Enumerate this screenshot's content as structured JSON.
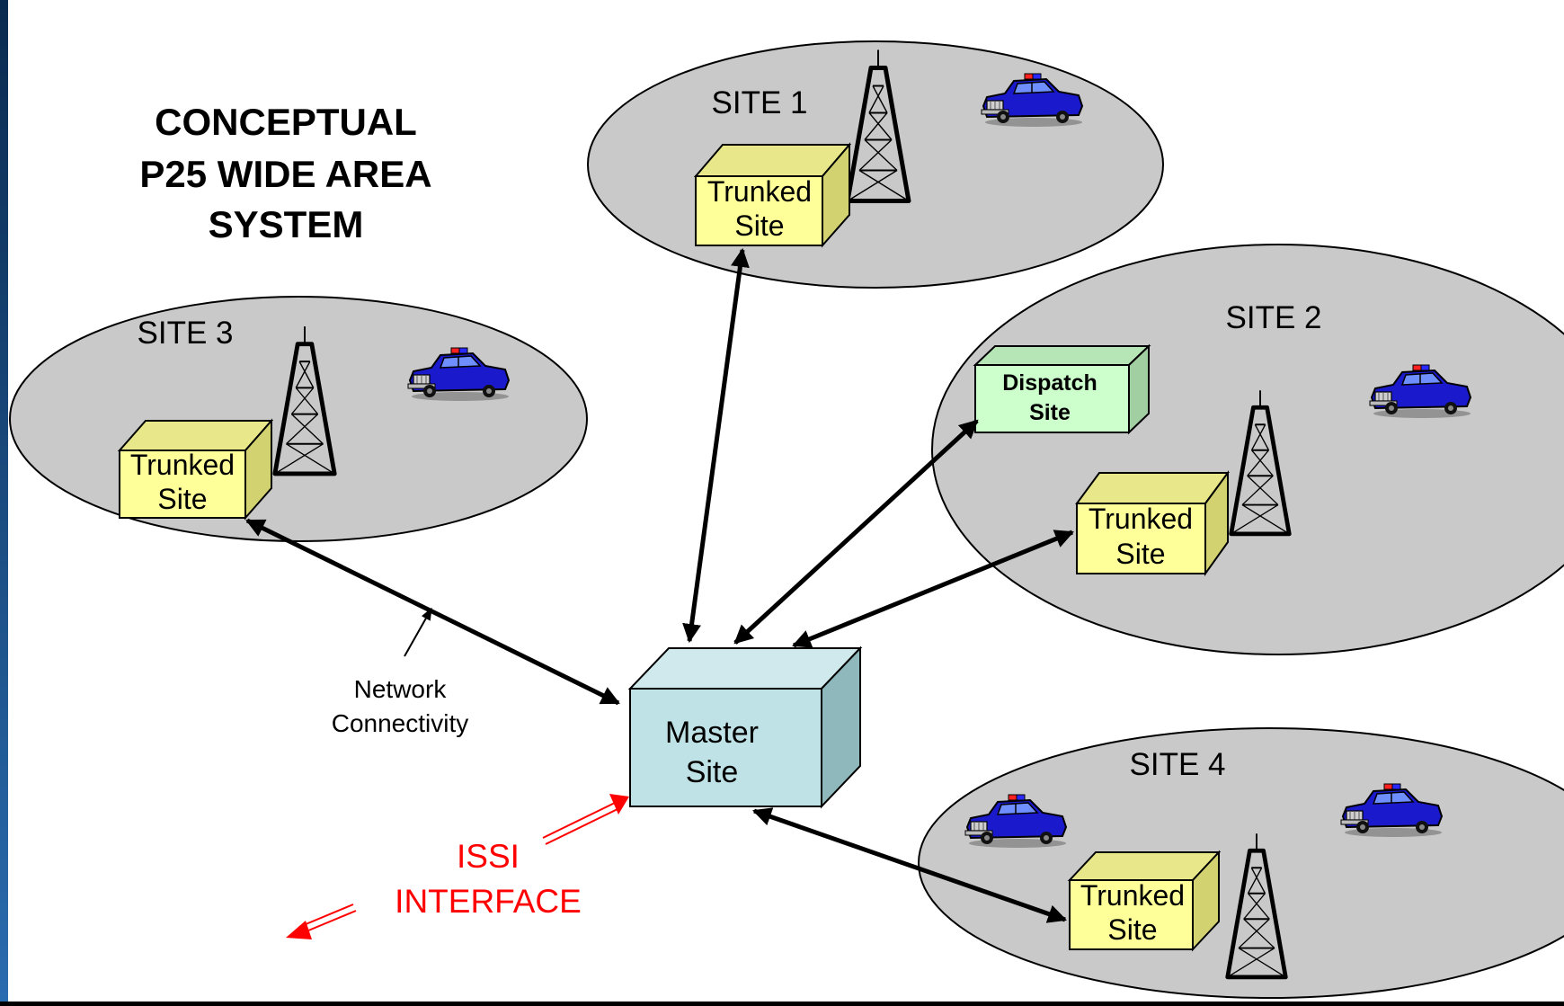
{
  "title": {
    "line1": "CONCEPTUAL",
    "line2": "P25 WIDE AREA",
    "line3": "SYSTEM"
  },
  "sites": {
    "site1": "SITE 1",
    "site2": "SITE 2",
    "site3": "SITE 3",
    "site4": "SITE 4"
  },
  "boxes": {
    "trunked_line1": "Trunked",
    "trunked_line2": "Site",
    "dispatch_line1": "Dispatch",
    "dispatch_line2": "Site",
    "master_line1": "Master",
    "master_line2": "Site"
  },
  "labels": {
    "network_line1": "Network",
    "network_line2": "Connectivity",
    "issi_line1": "ISSI",
    "issi_line2": "INTERFACE"
  },
  "icons": [
    "police-car-icon",
    "radio-tower-icon"
  ],
  "colors": {
    "background": "#ffffff",
    "frame": "#000000",
    "frame_left_edge": "#1e4f86",
    "site_ellipse": "#c9c9c9",
    "trunked_box": "#ffff99",
    "dispatch_box": "#ccffcc",
    "master_box": "#bfe2e6",
    "issi_text": "#ff0000",
    "car_body": "#1a1acc"
  }
}
